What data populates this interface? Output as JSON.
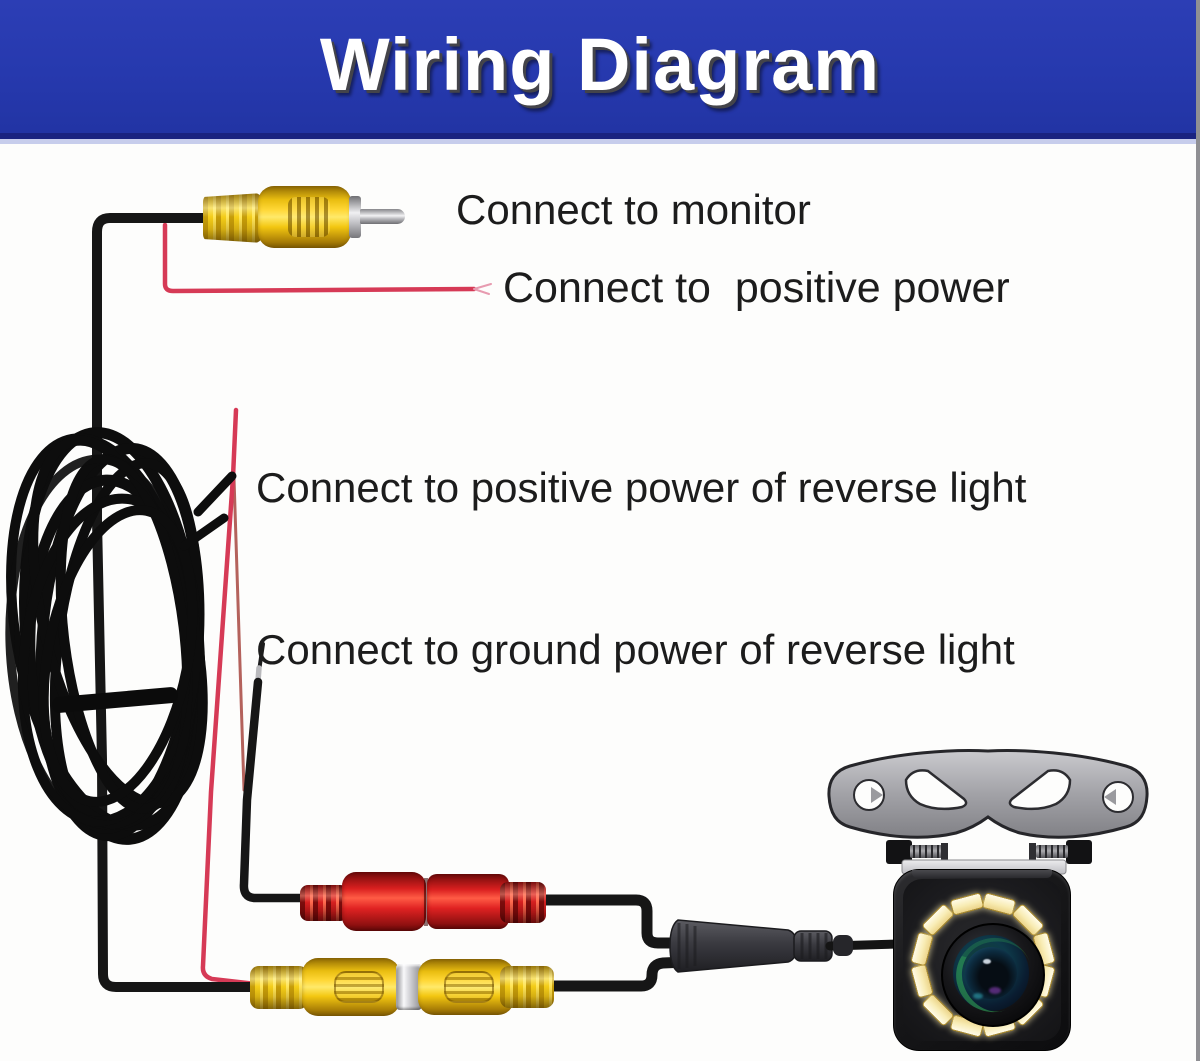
{
  "header": {
    "title": "Wiring Diagram"
  },
  "labels": {
    "monitor": "Connect to monitor",
    "positive_power": "Connect to  positive power",
    "reverse_positive": "Connect to positive power of reverse light",
    "reverse_ground": "Connect to ground power of reverse light"
  },
  "camera": {
    "led_count": 12
  },
  "colors": {
    "banner_blue": "#2639ae",
    "banner_edge_navy": "#1a2380",
    "wire_black": "#171717",
    "wire_red": "#d63a56",
    "rca_yellow": "#f3c912",
    "rca_red": "#df2323",
    "label_text": "#1c1c1c",
    "bracket_grey": "#9a9a9e"
  }
}
